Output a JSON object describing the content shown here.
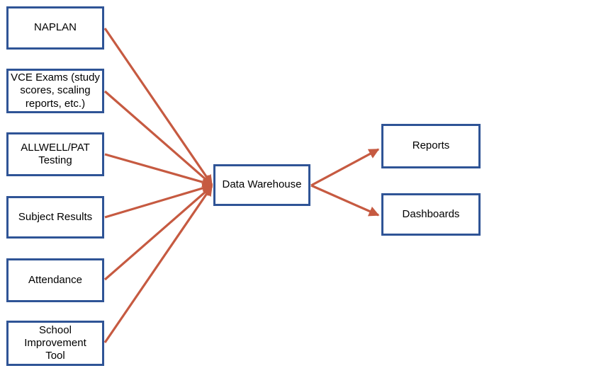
{
  "diagram": {
    "type": "flow-diagram",
    "colors": {
      "node_border": "#2f5496",
      "arrow": "#c65a41",
      "text": "#000000",
      "background": "#ffffff"
    },
    "nodes": {
      "naplan": {
        "label": "NAPLAN"
      },
      "vce_exams": {
        "label": "VCE Exams (study\nscores, scaling\nreports, etc.)"
      },
      "allwell_pat": {
        "label": "ALLWELL/PAT\nTesting"
      },
      "subject_results": {
        "label": "Subject Results"
      },
      "attendance": {
        "label": "Attendance"
      },
      "school_improvement": {
        "label": "School\nImprovement\nTool"
      },
      "data_warehouse": {
        "label": "Data Warehouse"
      },
      "reports": {
        "label": "Reports"
      },
      "dashboards": {
        "label": "Dashboards"
      }
    },
    "edges": [
      {
        "from": "naplan",
        "to": "data_warehouse"
      },
      {
        "from": "vce_exams",
        "to": "data_warehouse"
      },
      {
        "from": "allwell_pat",
        "to": "data_warehouse"
      },
      {
        "from": "subject_results",
        "to": "data_warehouse"
      },
      {
        "from": "attendance",
        "to": "data_warehouse"
      },
      {
        "from": "school_improvement",
        "to": "data_warehouse"
      },
      {
        "from": "data_warehouse",
        "to": "reports"
      },
      {
        "from": "data_warehouse",
        "to": "dashboards"
      }
    ]
  }
}
